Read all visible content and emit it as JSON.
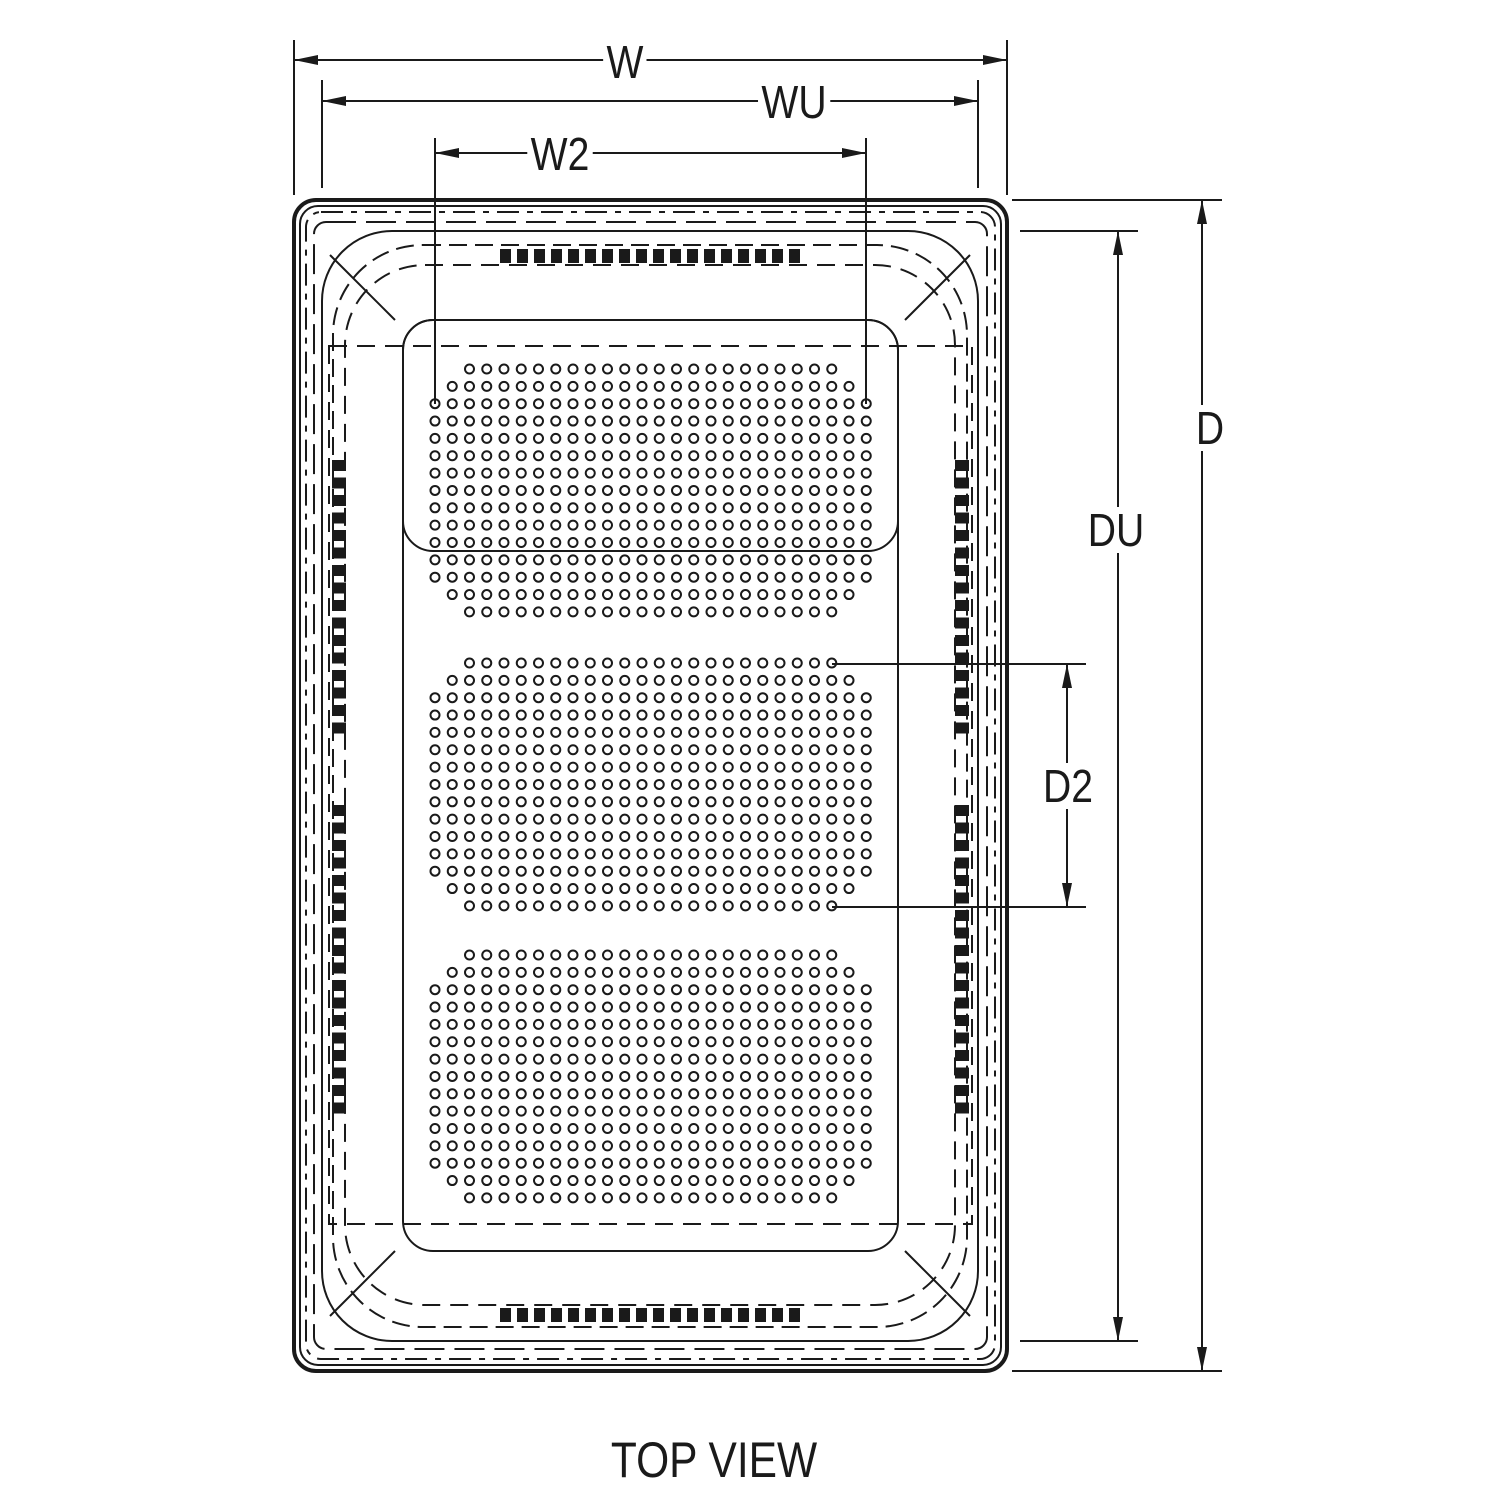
{
  "labels": {
    "w": "W",
    "wu": "WU",
    "w2": "W2",
    "d": "D",
    "du": "DU",
    "d2": "D2"
  },
  "title": "TOP VIEW",
  "perforation": {
    "blocks": 3,
    "rows_per_block": 15,
    "columns": 26
  }
}
